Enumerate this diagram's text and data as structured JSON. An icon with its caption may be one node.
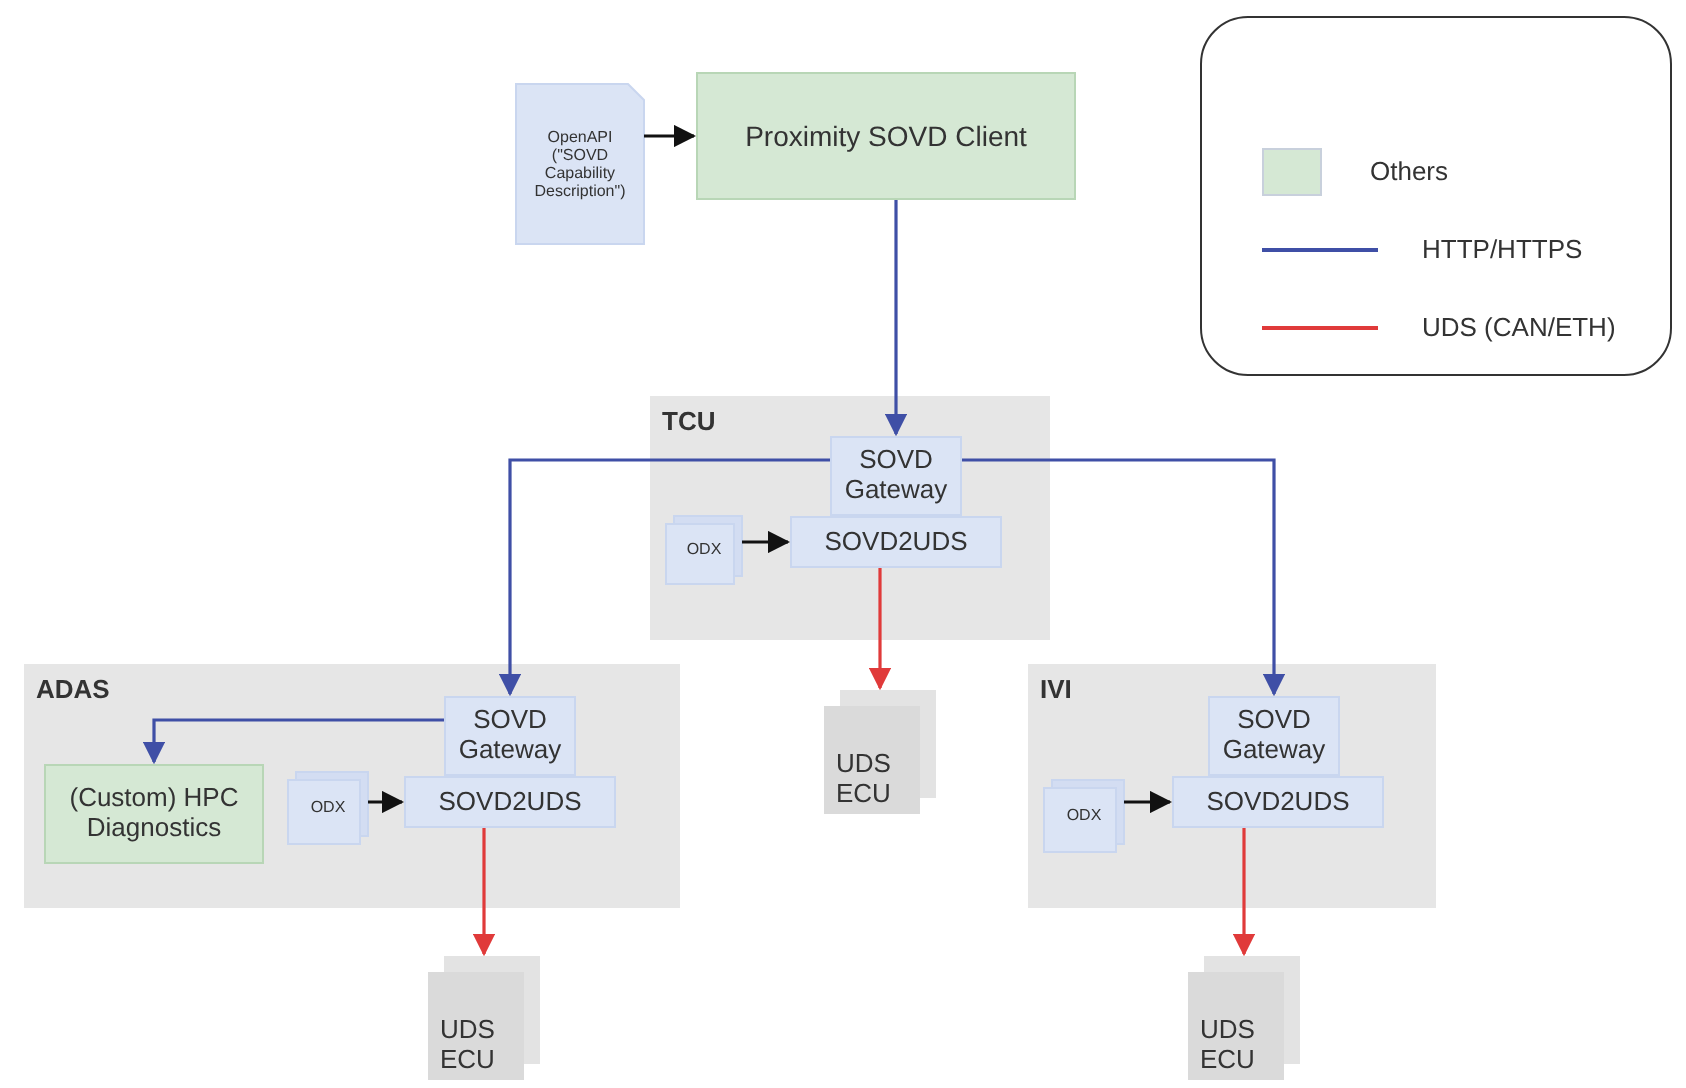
{
  "diagram": {
    "nodes": [
      {
        "text": [
          "OpenAPI (\"SOVD Capability Description\")"
        ]
      },
      {
        "text": [
          "Proximity SOVD Client"
        ]
      },
      {
        "text": [
          "TCU"
        ]
      },
      {
        "text": [
          "SOVD Gateway"
        ],
        "in": 2
      },
      {
        "text": [
          "ODX"
        ],
        "in": 2
      },
      {
        "text": [
          "SOVD2UDS"
        ],
        "in": 2
      },
      {
        "text": [
          "ADAS"
        ]
      },
      {
        "text": [
          "(Custom) HPC Diagnostics"
        ],
        "in": 6
      },
      {
        "text": [
          "ODX"
        ],
        "in": 6
      },
      {
        "text": [
          "SOVD Gateway"
        ],
        "in": 6
      },
      {
        "text": [
          "SOVD2UDS"
        ],
        "in": 6
      },
      {
        "text": [
          "UDS ECU"
        ]
      },
      {
        "text": [
          "IVI"
        ]
      },
      {
        "text": [
          "ODX"
        ],
        "in": 12
      },
      {
        "text": [
          "SOVD Gateway"
        ],
        "in": 12
      },
      {
        "text": [
          "SOVD2UDS"
        ],
        "in": 12
      },
      {
        "text": [
          "UDS ECU"
        ]
      },
      {
        "text": [
          "UDS ECU"
        ]
      }
    ],
    "edges": [
      {
        "from": 0,
        "to": 1,
        "arrow": "to",
        "color": "#111111"
      },
      {
        "from": 1,
        "to": 3,
        "arrow": "to",
        "color": "#3f4fa6"
      },
      {
        "from": 3,
        "to": 9,
        "arrow": "to",
        "color": "#3f4fa6"
      },
      {
        "from": 3,
        "to": 14,
        "arrow": "to",
        "color": "#3f4fa6"
      },
      {
        "from": 4,
        "to": 5,
        "arrow": "to",
        "color": "#111111"
      },
      {
        "from": 5,
        "to": 11,
        "arrow": "to",
        "color": "#e03a3a"
      },
      {
        "from": 9,
        "to": 7,
        "arrow": "to",
        "color": "#3f4fa6"
      },
      {
        "from": 8,
        "to": 10,
        "arrow": "to",
        "color": "#111111"
      },
      {
        "from": 10,
        "to": 16,
        "arrow": "to",
        "color": "#e03a3a"
      },
      {
        "from": 13,
        "to": 15,
        "arrow": "to",
        "color": "#111111"
      },
      {
        "from": 15,
        "to": 17,
        "arrow": "to",
        "color": "#e03a3a"
      }
    ],
    "legend": [
      {
        "text": "Others",
        "color": "#d5e8d4"
      },
      {
        "text": "HTTP/HTTPS",
        "color": "#3f4fa6"
      },
      {
        "text": "UDS (CAN/ETH)",
        "color": "#e03a3a"
      }
    ]
  }
}
